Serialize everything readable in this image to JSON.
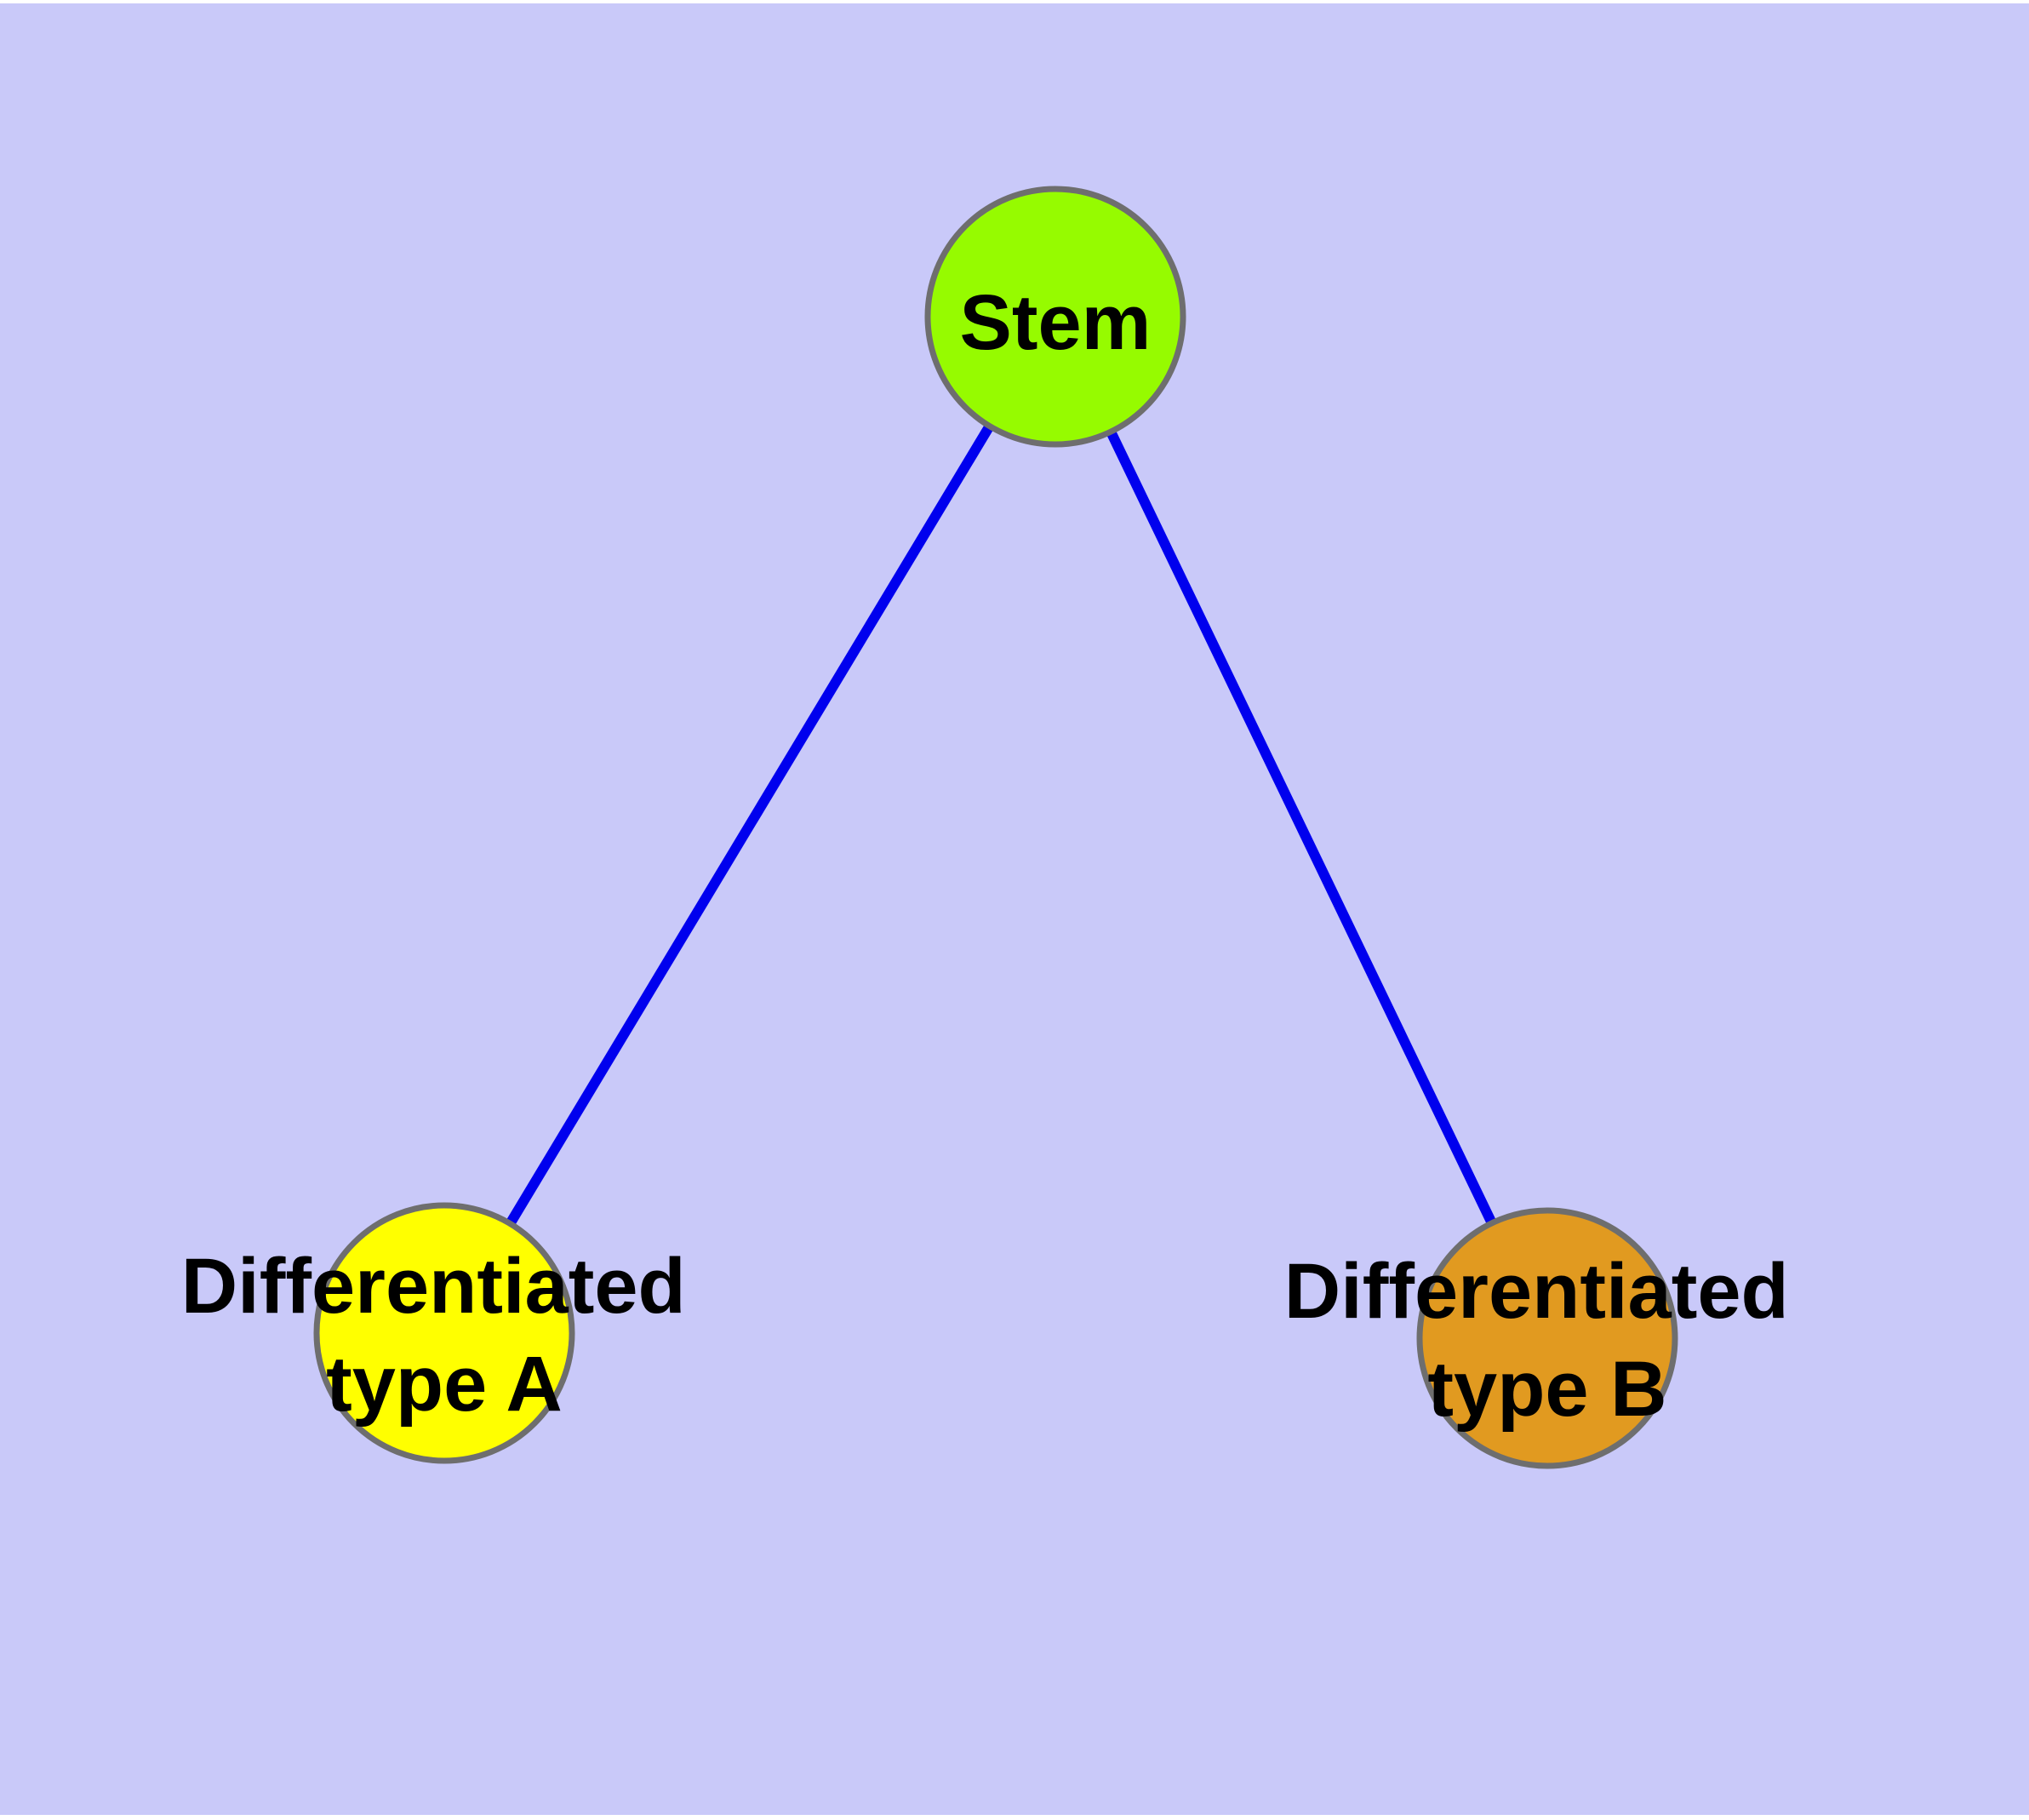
{
  "diagram": {
    "background_color": "#C9C9F9",
    "page_margin_color": "#FFFFFF",
    "edge_color": "#0000EE",
    "node_border_color": "#6E6E6E",
    "text_color": "#000000",
    "nodes": {
      "stem": {
        "label": "Stem",
        "color": "#96FB00"
      },
      "type_a": {
        "label_line1": "Differentiated",
        "label_line2": "type A",
        "color": "#FFFF00"
      },
      "type_b": {
        "label_line1": "Differentiated",
        "label_line2": "type B",
        "color": "#E19A20"
      }
    },
    "edges": [
      {
        "from": "Stem",
        "to": "Differentiated type A"
      },
      {
        "from": "Stem",
        "to": "Differentiated type B"
      }
    ]
  }
}
